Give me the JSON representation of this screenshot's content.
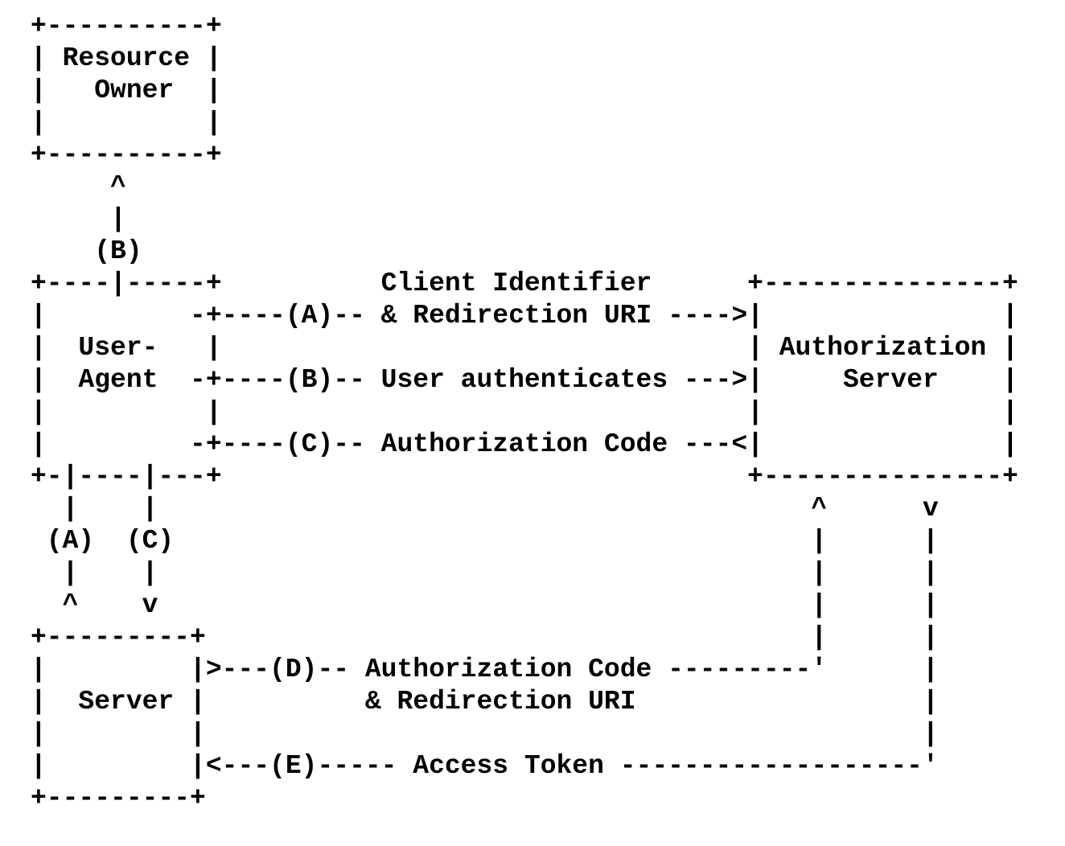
{
  "page": {
    "background_color": "#ffffff",
    "text_color": "#000000"
  },
  "diagram": {
    "type": "ascii-flow-diagram",
    "text": "+----------+\n| Resource |\n|   Owner  |\n|          |\n+----------+\n     ^\n     |\n    (B)\n+----|-----+          Client Identifier      +---------------+\n|         -+----(A)-- & Redirection URI ---->|               |\n|  User-   |                                 | Authorization |\n|  Agent  -+----(B)-- User authenticates --->|     Server    |\n|          |                                 |               |\n|         -+----(C)-- Authorization Code ---<|               |\n+-|----|---+                                 +---------------+\n  |    |                                         ^      v\n (A)  (C)                                        |      |\n  |    |                                         |      |\n  ^    v                                         |      |\n+---------+                                      |      |\n|         |>---(D)-- Authorization Code ---------'      |\n|  Server |          & Redirection URI                  |\n|         |                                             |\n|         |<---(E)----- Access Token -------------------'\n+---------+",
    "boxes": [
      {
        "label": "Resource Owner"
      },
      {
        "label": "User-Agent"
      },
      {
        "label": "Authorization Server"
      },
      {
        "label": "Server"
      }
    ],
    "steps": [
      {
        "marker": "(A)",
        "label": "Client Identifier & Redirection URI",
        "direction": "User-Agent -> Authorization Server"
      },
      {
        "marker": "(B)",
        "label": "User authenticates",
        "direction": "User-Agent -> Authorization Server"
      },
      {
        "marker": "(C)",
        "label": "Authorization Code",
        "direction": "Authorization Server -> User-Agent"
      },
      {
        "marker": "(D)",
        "label": "Authorization Code & Redirection URI",
        "direction": "Server -> Authorization Server"
      },
      {
        "marker": "(E)",
        "label": "Access Token",
        "direction": "Authorization Server -> Server"
      }
    ]
  }
}
